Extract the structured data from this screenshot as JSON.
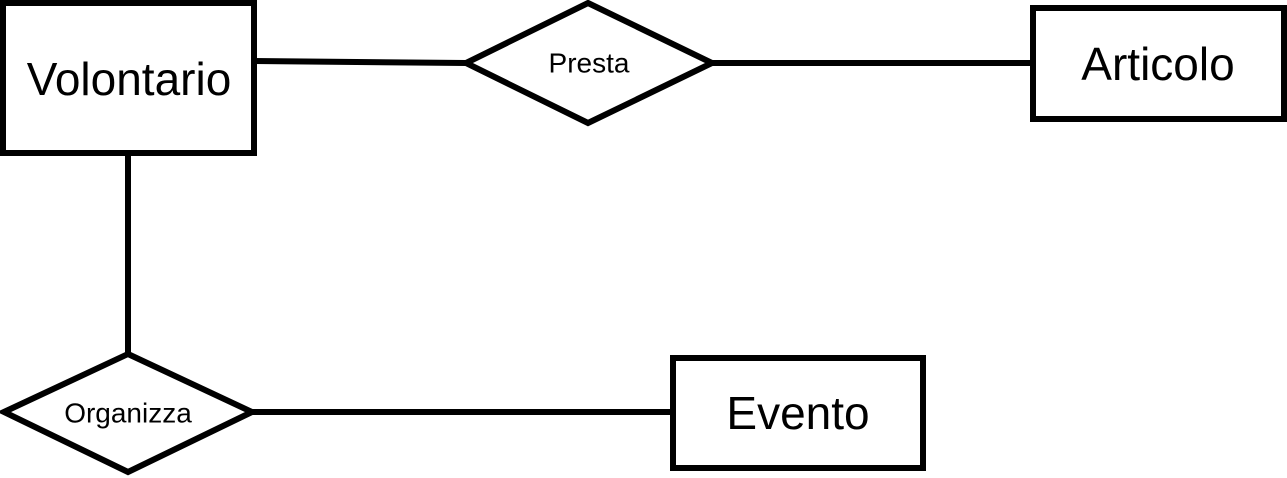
{
  "diagram": {
    "entities": {
      "volontario": "Volontario",
      "articolo": "Articolo",
      "evento": "Evento"
    },
    "relationships": {
      "presta": "Presta",
      "organizza": "Organizza"
    }
  }
}
